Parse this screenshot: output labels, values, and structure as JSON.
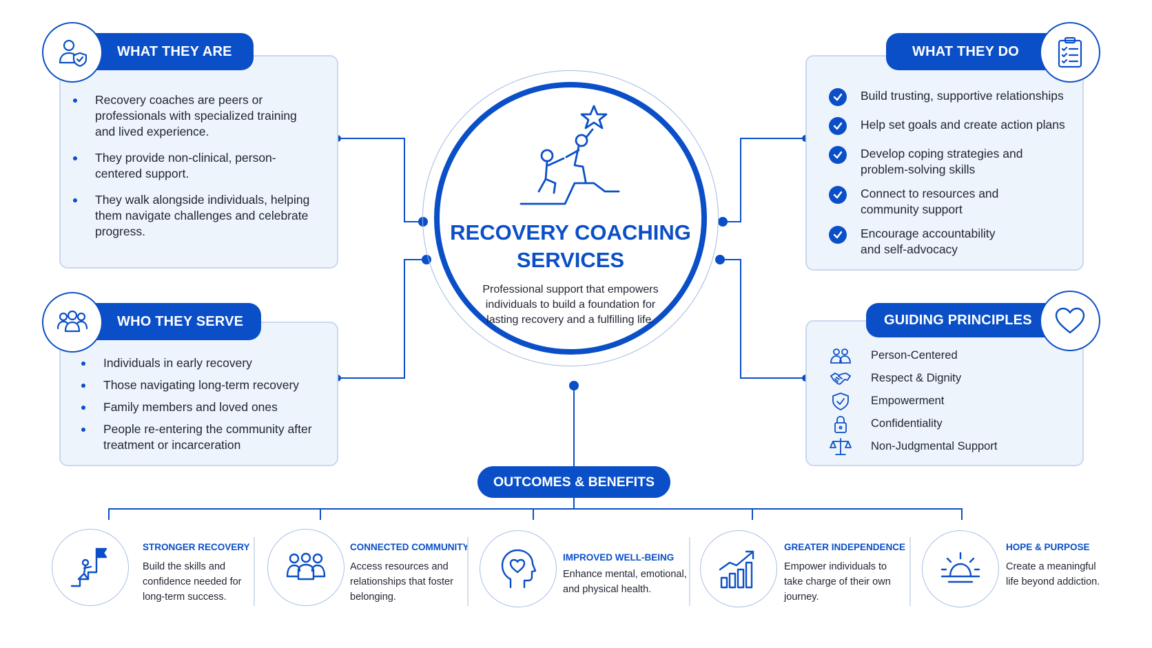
{
  "center": {
    "title_line1": "RECOVERY COACHING",
    "title_line2": "SERVICES",
    "description": "Professional support that empowers individuals to build a foundation for lasting recovery and a fulfilling life.",
    "icon": "climbing-figures-star-icon"
  },
  "what_they_are": {
    "title": "WHAT THEY ARE",
    "icon": "person-shield-icon",
    "items": [
      "Recovery coaches are peers or professionals with specialized training and lived experience.",
      "They provide non-clinical, person-centered support.",
      "They walk alongside individuals, helping them navigate challenges and celebrate progress."
    ]
  },
  "who_they_serve": {
    "title": "WHO THEY SERVE",
    "icon": "group-icon",
    "items": [
      "Individuals in early recovery",
      "Those navigating long-term recovery",
      "Family members and loved ones",
      "People re-entering the community after treatment or incarceration"
    ]
  },
  "what_they_do": {
    "title": "WHAT THEY DO",
    "icon": "clipboard-checklist-icon",
    "items": [
      "Build trusting, supportive relationships",
      "Help set goals and create action plans",
      "Develop coping strategies and problem-solving skills",
      "Connect to resources and community support",
      "Encourage accountability and self-advocacy"
    ]
  },
  "guiding_principles": {
    "title": "GUIDING PRINCIPLES",
    "icon": "heart-icon",
    "items": [
      {
        "label": "Person-Centered",
        "icon": "people-icon"
      },
      {
        "label": "Respect & Dignity",
        "icon": "handshake-icon"
      },
      {
        "label": "Empowerment",
        "icon": "shield-check-icon"
      },
      {
        "label": "Confidentiality",
        "icon": "lock-icon"
      },
      {
        "label": "Non-Judgmental Support",
        "icon": "scales-icon"
      }
    ]
  },
  "outcomes": {
    "title": "OUTCOMES & BENEFITS",
    "items": [
      {
        "title": "STRONGER RECOVERY",
        "description": "Build the skills and confidence needed for long-term success.",
        "icon": "stairs-flag-icon"
      },
      {
        "title": "CONNECTED COMMUNITY",
        "description": "Access resources and relationships that foster belonging.",
        "icon": "community-icon"
      },
      {
        "title": "IMPROVED WELL-BEING",
        "description": "Enhance mental, emotional, and physical health.",
        "icon": "head-heart-icon"
      },
      {
        "title": "GREATER INDEPENDENCE",
        "description": "Empower individuals to take charge of their own journey.",
        "icon": "growth-chart-icon"
      },
      {
        "title": "HOPE & PURPOSE",
        "description": "Create a meaningful life beyond addiction.",
        "icon": "sunrise-icon"
      }
    ]
  },
  "colors": {
    "accent": "#0a4fc7",
    "panel": "#eef4fc",
    "panel_border": "#c9d8ef"
  }
}
